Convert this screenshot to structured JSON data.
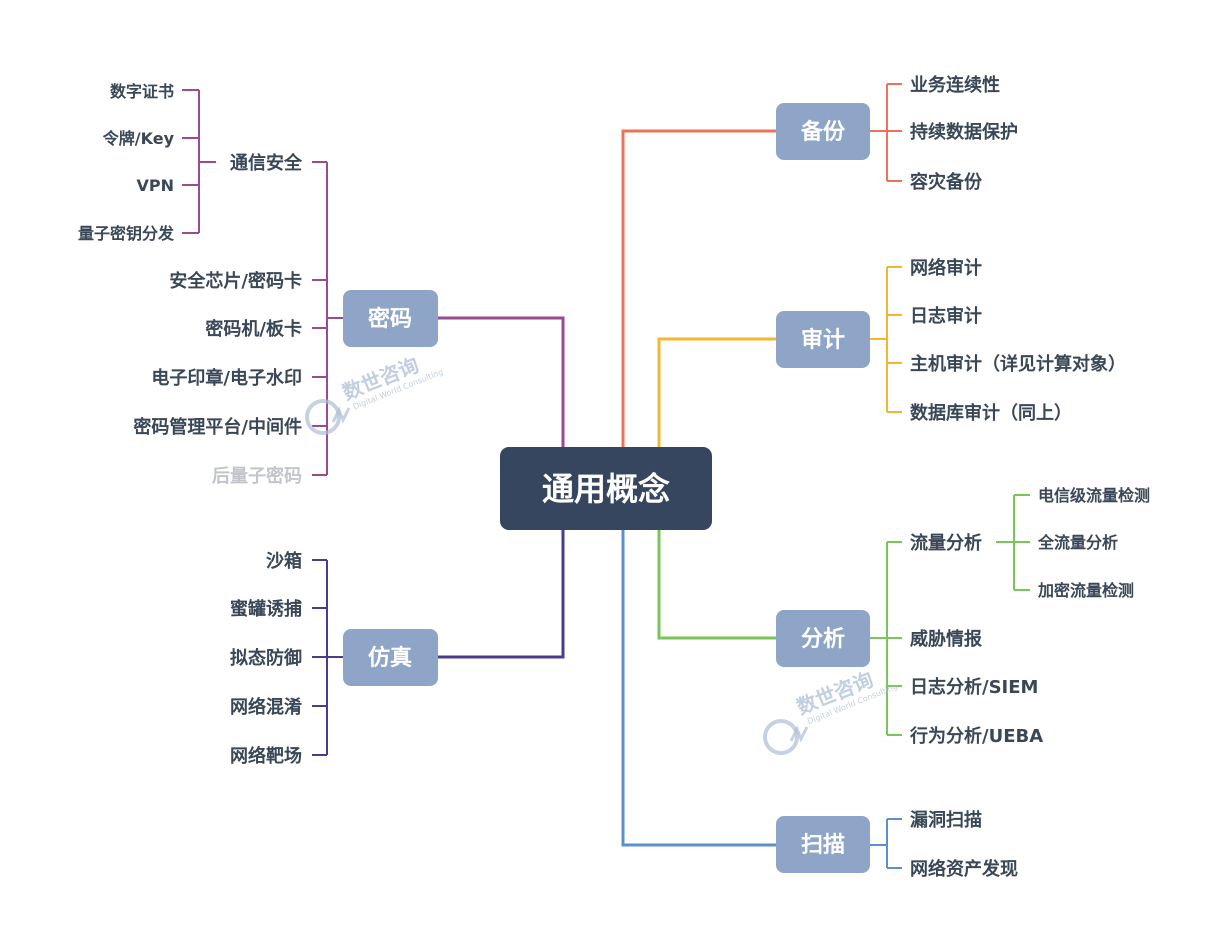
{
  "root": {
    "label": "通用概念"
  },
  "branches": {
    "backup": {
      "label": "备份",
      "color": "#f0705a",
      "items": [
        "业务连续性",
        "持续数据保护",
        "容灾备份"
      ]
    },
    "audit": {
      "label": "审计",
      "color": "#f2b72c",
      "items": [
        "网络审计",
        "日志审计",
        "主机审计（详见计算对象）",
        "数据库审计（同上）"
      ]
    },
    "analysis": {
      "label": "分析",
      "color": "#7ac55a",
      "traffic": {
        "label": "流量分析",
        "items": [
          "电信级流量检测",
          "全流量分析",
          "加密流量检测"
        ]
      },
      "items": [
        "威胁情报",
        "日志分析/SIEM",
        "行为分析/UEBA"
      ]
    },
    "scan": {
      "label": "扫描",
      "color": "#5b8fce",
      "items": [
        "漏洞扫描",
        "网络资产发现"
      ]
    },
    "crypto": {
      "label": "密码",
      "color": "#9b4a8f",
      "comm": {
        "label": "通信安全",
        "items": [
          "数字证书",
          "令牌/Key",
          "VPN",
          "量子密钥分发"
        ]
      },
      "items": [
        "安全芯片/密码卡",
        "密码机/板卡",
        "电子印章/电子水印",
        "密码管理平台/中间件",
        "后量子密码"
      ]
    },
    "sim": {
      "label": "仿真",
      "color": "#4c3b8f",
      "items": [
        "沙箱",
        "蜜罐诱捕",
        "拟态防御",
        "网络混淆",
        "网络靶场"
      ]
    }
  },
  "colors": {
    "root_fill": "#36465e",
    "node_fill": "#8ea5c8",
    "watermark": "#aebfd6",
    "dim_text": "#c2c6cc"
  },
  "watermark": {
    "title": "数世咨询",
    "subtitle": "Digital World Consulting"
  }
}
